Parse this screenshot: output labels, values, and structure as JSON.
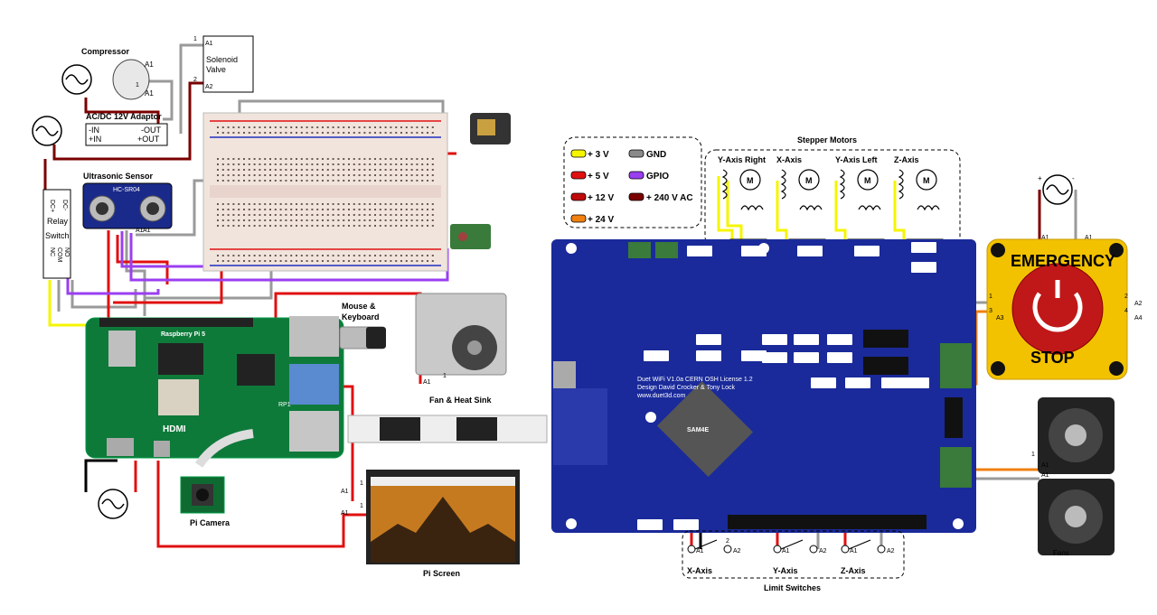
{
  "legend": [
    {
      "label": "+ 3 V",
      "color": "#f5f500"
    },
    {
      "label": "GND",
      "color": "#8a8a8a"
    },
    {
      "label": "+ 5 V",
      "color": "#e01010"
    },
    {
      "label": "GPIO",
      "color": "#9a3ff0"
    },
    {
      "label": "+ 12 V",
      "color": "#c00a0a"
    },
    {
      "label": "+ 240 V AC",
      "color": "#7a0000"
    },
    {
      "label": "+ 24 V",
      "color": "#f08010"
    }
  ],
  "compressor": {
    "title": "Compressor",
    "a1": "A1",
    "a1b": "A1",
    "n1": "1"
  },
  "solenoid": {
    "title_line1": "Solenoid",
    "title_line2": "Valve",
    "a1": "A1",
    "a2": "A2",
    "p1": "1",
    "p2": "2"
  },
  "adaptor": {
    "title": "AC/DC 12V Adaptor",
    "in_neg": "-IN",
    "in_pos": "+IN",
    "out_neg": "-OUT",
    "out_pos": "+OUT"
  },
  "ultrasonic": {
    "title": "Ultrasonic Sensor",
    "chip": "HC-SR04",
    "a1": "A1",
    "a1b": "A1"
  },
  "relay": {
    "title_line1": "Relay",
    "title_line2": "Switch",
    "dc_plus": "DC+",
    "dc_minus": "DC-",
    "nc": "NC",
    "com": "COM",
    "no": "NO"
  },
  "pi": {
    "brand": "Raspberry Pi 5",
    "hdmi": "HDMI",
    "chip": "RP1"
  },
  "mouse": {
    "line1": "Mouse &",
    "line2": "Keyboard"
  },
  "fan_heatsink": {
    "title": "Fan & Heat Sink",
    "a1": "A1",
    "p1": "1"
  },
  "pi_camera": {
    "title": "Pi Camera"
  },
  "pi_screen": {
    "title": "Pi Screen",
    "a1": "A1",
    "a1b": "A1",
    "p1": "1",
    "p1b": "1"
  },
  "stepper": {
    "title": "Stepper Motors",
    "motors": [
      "Y-Axis Right",
      "X-Axis",
      "Y-Axis Left",
      "Z-Axis"
    ],
    "motor_symbol": "M"
  },
  "board": {
    "line1": "Duet WiFi V1.0a CERN OSH License 1.2",
    "line2": "Design David Crocker & Tony Lock",
    "line3": "www.duet3d.com",
    "chip": "SAM4E"
  },
  "estop": {
    "line1": "EMERGENCY",
    "line2": "STOP",
    "a1": "A1",
    "a1b": "A1",
    "a2": "A2",
    "a3": "A3",
    "a4": "A4",
    "p1": "1",
    "p2": "2",
    "p3": "3",
    "p4": "4"
  },
  "fans": {
    "title": "Fans",
    "a1": "A1",
    "a1b": "A1",
    "p1": "1"
  },
  "limit": {
    "title": "Limit Switches",
    "switches": [
      "X-Axis",
      "Y-Axis",
      "Z-Axis"
    ],
    "a1": "A1",
    "a2": "A2",
    "p2": "2"
  }
}
